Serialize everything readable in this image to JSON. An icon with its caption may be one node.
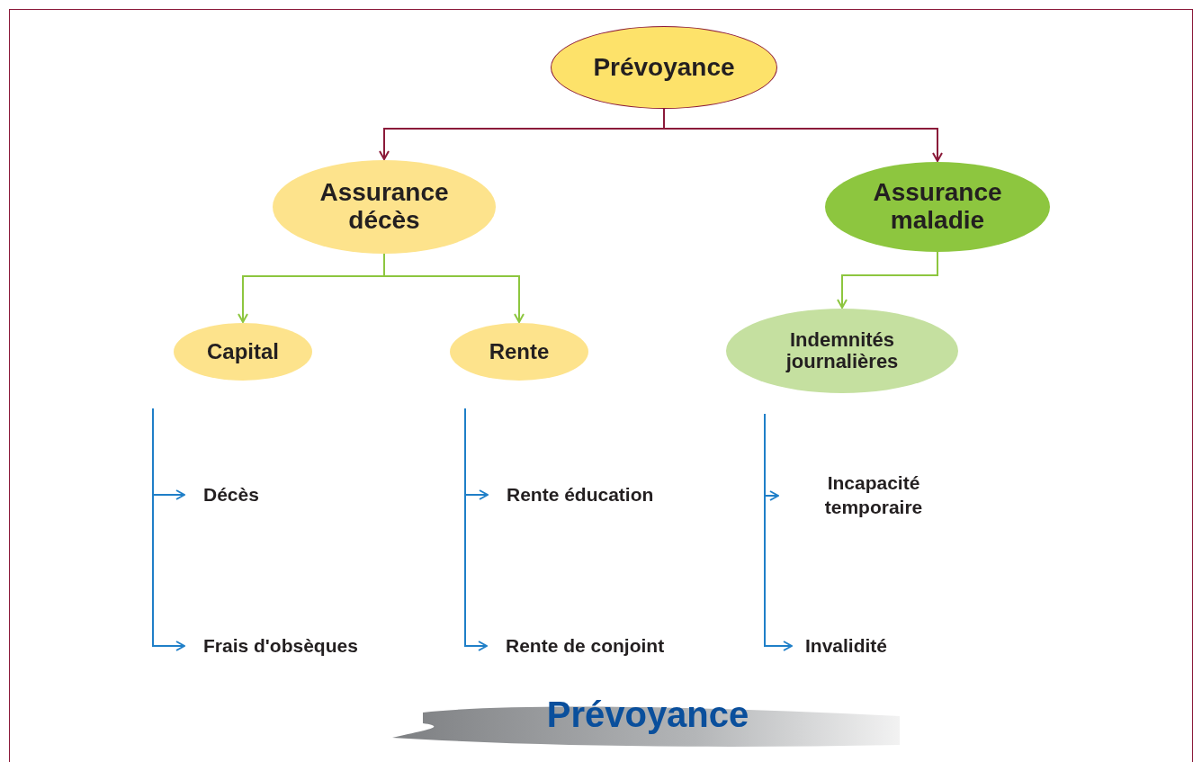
{
  "diagram": {
    "title": "Prévoyance",
    "nodes": [
      {
        "text": [
          "Prévoyance"
        ]
      },
      {
        "text": [
          "Assurance décès"
        ]
      },
      {
        "text": [
          "Assurance maladie"
        ]
      },
      {
        "text": [
          "Capital"
        ]
      },
      {
        "text": [
          "Rente"
        ]
      },
      {
        "text": [
          "Indemnités journalières"
        ]
      },
      {
        "text": [
          "Décès"
        ]
      },
      {
        "text": [
          "Frais d'obsèques"
        ]
      },
      {
        "text": [
          "Rente éducation"
        ]
      },
      {
        "text": [
          "Rente de conjoint"
        ]
      },
      {
        "text": [
          "Incapacité temporaire"
        ]
      },
      {
        "text": [
          "Invalidité"
        ]
      }
    ],
    "edges": [
      {
        "from": 0,
        "to": 1,
        "arrow": "to",
        "color": "#8b1a3a"
      },
      {
        "from": 0,
        "to": 2,
        "arrow": "to",
        "color": "#8b1a3a"
      },
      {
        "from": 1,
        "to": 3,
        "arrow": "to",
        "color": "#8dc63f"
      },
      {
        "from": 1,
        "to": 4,
        "arrow": "to",
        "color": "#8dc63f"
      },
      {
        "from": 2,
        "to": 5,
        "arrow": "to",
        "color": "#8dc63f"
      },
      {
        "from": null,
        "to": 6,
        "arrow": "to",
        "color": "#1f7fc8"
      },
      {
        "from": null,
        "to": 7,
        "arrow": "to",
        "color": "#1f7fc8"
      },
      {
        "from": null,
        "to": 8,
        "arrow": "to",
        "color": "#1f7fc8"
      },
      {
        "from": null,
        "to": 9,
        "arrow": "to",
        "color": "#1f7fc8"
      },
      {
        "from": null,
        "to": 10,
        "arrow": "to",
        "color": "#1f7fc8"
      },
      {
        "from": null,
        "to": 11,
        "arrow": "to",
        "color": "#1f7fc8"
      }
    ]
  }
}
